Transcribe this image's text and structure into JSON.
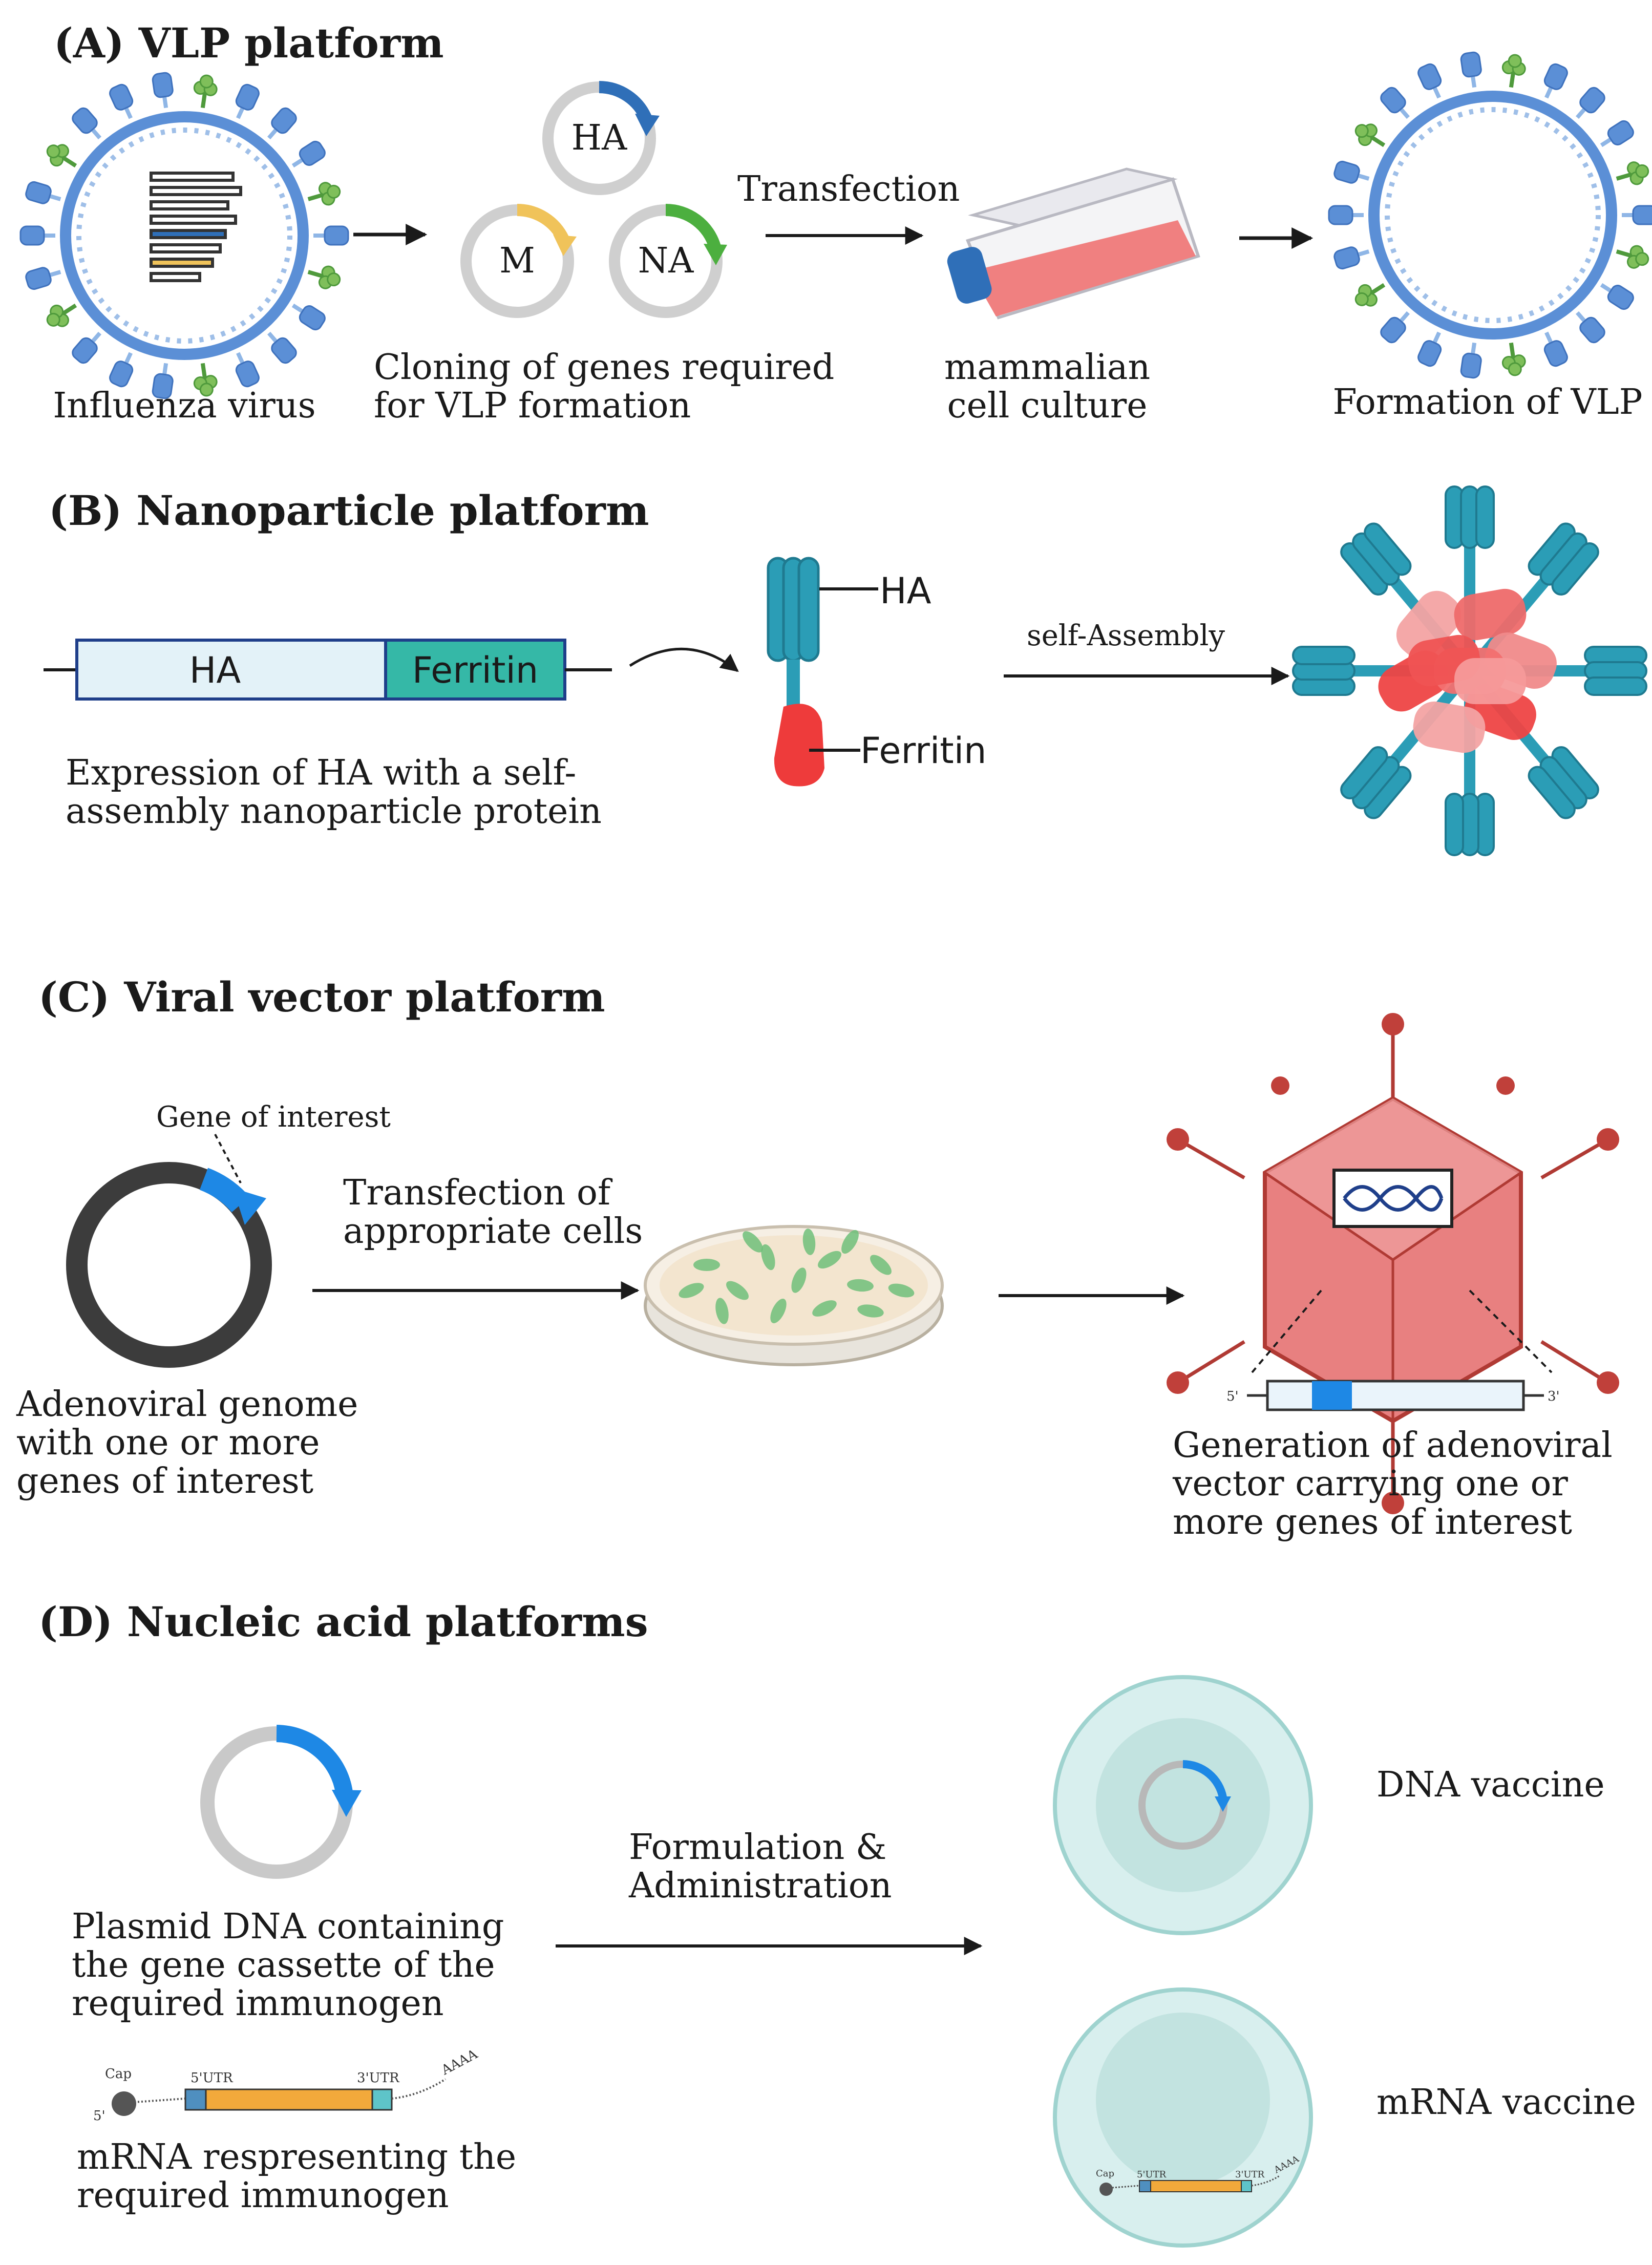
{
  "colors": {
    "spike_blue": "#5b8fd6",
    "spike_green": "#7fbf5a",
    "ha_blue": "#2f6fb8",
    "m_yellow": "#f0c35a",
    "na_green": "#4caf3f",
    "flask_red": "#f08080",
    "teal": "#2b9db6",
    "ferritin_red": "#ee4444",
    "adeno_red": "#c0403a",
    "gene_blue": "#1e88e5",
    "cell_teal": "#cfe9e7",
    "mrna_orange": "#f2a93b"
  },
  "panelA": {
    "title": "(A) VLP platform",
    "virus_label": "Influenza virus",
    "plasmid_ha": "HA",
    "plasmid_m": "M",
    "plasmid_na": "NA",
    "cloning_line1": "Cloning of genes required",
    "cloning_line2": "for VLP formation",
    "transfection": "Transfection",
    "culture_line1": "mammalian",
    "culture_line2": "cell culture",
    "vlp_label": "Formation of VLP"
  },
  "panelB": {
    "title": "(B) Nanoparticle platform",
    "construct_ha": "HA",
    "construct_ferritin": "Ferritin",
    "expr_line1": "Expression of HA with a self-",
    "expr_line2": "assembly nanoparticle protein",
    "mono_ha": "HA",
    "mono_ferritin": "Ferritin",
    "self_assembly": "self-Assembly"
  },
  "panelC": {
    "title": "(C) Viral vector platform",
    "gene_of_interest": "Gene of interest",
    "transfect_line1": "Transfection of",
    "transfect_line2": "appropriate cells",
    "genome_line1": "Adenoviral genome",
    "genome_line2": "with one or more",
    "genome_line3": "genes of interest",
    "five_prime": "5'",
    "three_prime": "3'",
    "gen_line1": "Generation of adenoviral",
    "gen_line2": "vector carrying one or",
    "gen_line3": "more genes of interest"
  },
  "panelD": {
    "title": "(D) Nucleic acid platforms",
    "plasmid_line1": "Plasmid DNA containing",
    "plasmid_line2": "the gene cassette of the",
    "plasmid_line3": "required immunogen",
    "cap": "Cap",
    "five": "5'",
    "utr5": "5'UTR",
    "utr3": "3'UTR",
    "polya": "AAAA",
    "mrna_line1": "mRNA respresenting the",
    "mrna_line2": "required immunogen",
    "form_line1": "Formulation &",
    "form_line2": "Administration",
    "dna_vaccine": "DNA vaccine",
    "mrna_vaccine": "mRNA vaccine"
  }
}
